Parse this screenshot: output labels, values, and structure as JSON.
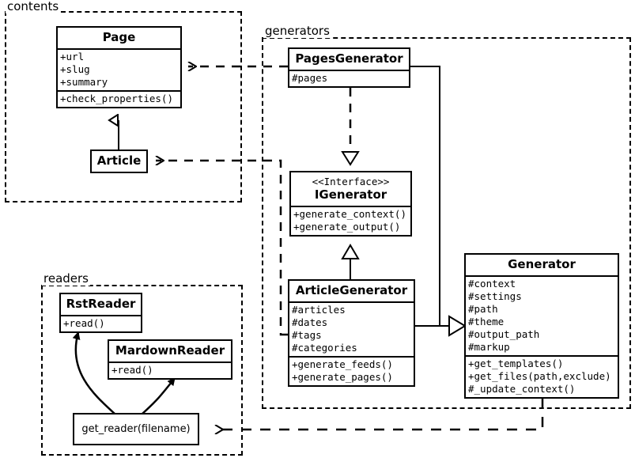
{
  "diagram": {
    "type": "uml-class-diagram",
    "packages": [
      {
        "id": "contents",
        "label": "contents"
      },
      {
        "id": "generators",
        "label": "generators"
      },
      {
        "id": "readers",
        "label": "readers"
      }
    ],
    "classes": [
      {
        "id": "page",
        "name": "Page",
        "package": "contents",
        "attributes": [
          "+url",
          "+slug",
          "+summary"
        ],
        "operations": [
          "+check_properties()"
        ]
      },
      {
        "id": "article",
        "name": "Article",
        "package": "contents",
        "attributes": [],
        "operations": []
      },
      {
        "id": "pagesgenerator",
        "name": "PagesGenerator",
        "package": "generators",
        "attributes": [
          "#pages"
        ],
        "operations": []
      },
      {
        "id": "igenerator",
        "name": "IGenerator",
        "stereotype": "<<Interface>>",
        "package": "generators",
        "attributes": [],
        "operations": [
          "+generate_context()",
          "+generate_output()"
        ]
      },
      {
        "id": "articlegenerator",
        "name": "ArticleGenerator",
        "package": "generators",
        "attributes": [
          "#articles",
          "#dates",
          "#tags",
          "#categories"
        ],
        "operations": [
          "+generate_feeds()",
          "+generate_pages()"
        ]
      },
      {
        "id": "generator",
        "name": "Generator",
        "package": "generators",
        "attributes": [
          "#context",
          "#settings",
          "#path",
          "#theme",
          "#output_path",
          "#markup"
        ],
        "operations": [
          "+get_templates()",
          "+get_files(path,exclude)",
          "#_update_context()"
        ]
      },
      {
        "id": "rstreader",
        "name": "RstReader",
        "package": "readers",
        "attributes": [],
        "operations": [
          "+read()"
        ]
      },
      {
        "id": "mardownreader",
        "name": "MardownReader",
        "package": "readers",
        "attributes": [],
        "operations": [
          "+read()"
        ]
      }
    ],
    "functions": [
      {
        "id": "get_reader",
        "label": "get_reader(filename)",
        "package": "readers"
      }
    ],
    "relations": [
      {
        "from": "article",
        "to": "page",
        "type": "generalization"
      },
      {
        "from": "pagesgenerator",
        "to": "igenerator",
        "type": "realization"
      },
      {
        "from": "articlegenerator",
        "to": "igenerator",
        "type": "generalization"
      },
      {
        "from": "pagesgenerator",
        "to": "generator",
        "type": "generalization"
      },
      {
        "from": "articlegenerator",
        "to": "generator",
        "type": "generalization"
      },
      {
        "from": "pagesgenerator",
        "to": "page",
        "type": "dependency"
      },
      {
        "from": "articlegenerator",
        "to": "article",
        "type": "dependency"
      },
      {
        "from": "generator",
        "to": "get_reader",
        "type": "dependency"
      },
      {
        "from": "get_reader",
        "to": "rstreader",
        "type": "uses"
      },
      {
        "from": "get_reader",
        "to": "mardownreader",
        "type": "uses"
      }
    ],
    "colors": {
      "stroke": "#000000",
      "fill": "#ffffff"
    }
  }
}
